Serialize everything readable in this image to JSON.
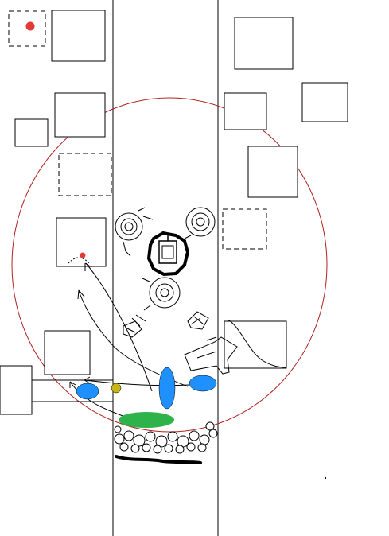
{
  "scene": {
    "colors": {
      "ink": "#000000",
      "red_circle": "#b22222",
      "marker_red": "#e53935",
      "friendly_blue": "#1e90ff",
      "green_cover": "#2eb34a",
      "yellow_unit": "#c8b418"
    },
    "icons": [
      "tank-icon",
      "crater-icon",
      "wreck-icon",
      "rubble-icon",
      "infantry-marker",
      "objective-marker",
      "movement-arrow"
    ]
  }
}
